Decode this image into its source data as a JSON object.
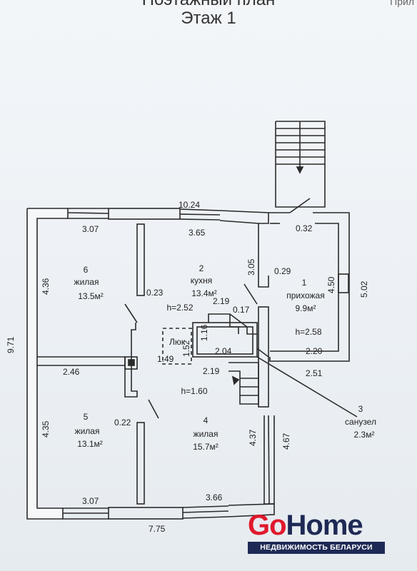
{
  "title": {
    "line1": "Поэтажный план",
    "line2": "Этаж 1",
    "corner_fragment": "Прил"
  },
  "rooms": [
    {
      "number": "1",
      "name": "прихожая",
      "area": "9.9м²",
      "height": "h=2.58"
    },
    {
      "number": "2",
      "name": "кухня",
      "area": "13.4м²",
      "height": "h=2.52"
    },
    {
      "number": "3",
      "name": "санузел",
      "area": "2.3м²"
    },
    {
      "number": "4",
      "name": "жилая",
      "area": "15.7м²",
      "height": "h=1.60"
    },
    {
      "number": "5",
      "name": "жилая",
      "area": "13.1м²"
    },
    {
      "number": "6",
      "name": "жилая",
      "area": "13.5м²"
    }
  ],
  "hatch_label": "Люк",
  "dimensions": {
    "top_total": "10.24",
    "left_total": "9.71",
    "bottom_total": "7.75",
    "room6_width": "3.07",
    "room6_height": "4.36",
    "room5_width_top": "2.46",
    "room5_width_bottom": "3.07",
    "room5_height": "4.35",
    "kitchen_width": "3.65",
    "kitchen_height": "3.05",
    "kitchen_wall": "0.23",
    "hall_wall_top": "0.32",
    "hall_wall_side": "0.29",
    "hall_height": "4.50",
    "hall_outer_height": "5.02",
    "hall_width": "2.20",
    "hall_outer_width": "2.51",
    "stair_top": "2.19",
    "stair_wall": "0.17",
    "hatch_v": "1.16",
    "hatch_h": "2.04",
    "hatch_w": "1.49",
    "hatch_d": "1.52",
    "stair_bottom": "2.19",
    "room4_height": "4.37",
    "room4_outer_height": "4.67",
    "room4_width": "3.66",
    "room5_wall": "0.22"
  },
  "logo": {
    "go": "Go",
    "home": "Home",
    "tagline": "НЕДВИЖИМОСТЬ БЕЛАРУСИ"
  },
  "colors": {
    "wall": "#2a2a2a",
    "paper": "#eef2f6",
    "logo_red": "#e0192d",
    "logo_navy": "#1e2a55"
  }
}
